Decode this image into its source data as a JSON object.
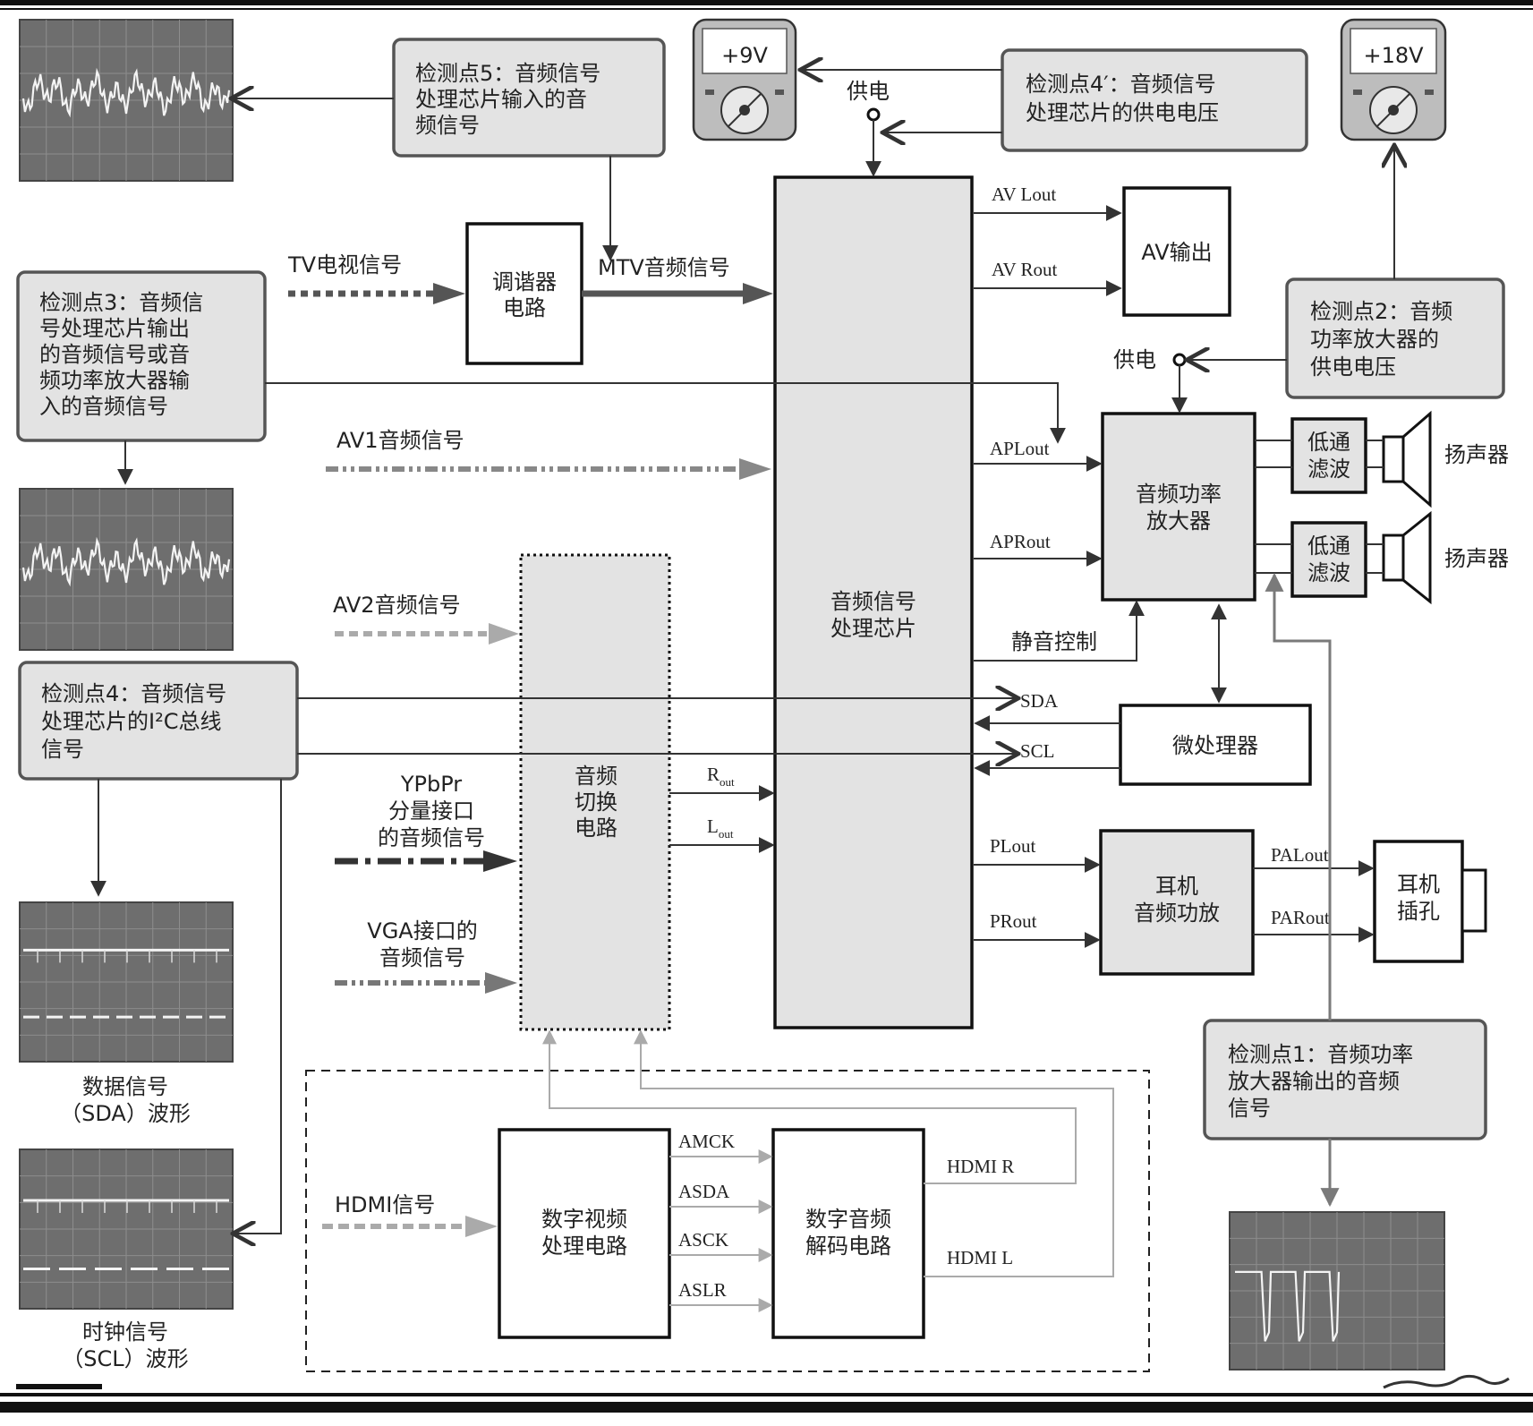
{
  "blocks": {
    "tuner": [
      "调谐器",
      "电路"
    ],
    "audio_chip": [
      "音频信号",
      "处理芯片"
    ],
    "switch_circuit": [
      "音频",
      "切换",
      "电路"
    ],
    "av_output": "AV输出",
    "power_amp": [
      "音频功率",
      "放大器"
    ],
    "lowpass_1": [
      "低通",
      "滤波"
    ],
    "lowpass_2": [
      "低通",
      "滤波"
    ],
    "speaker_1": "扬声器",
    "speaker_2": "扬声器",
    "micro": "微处理器",
    "headphone_amp": [
      "耳机",
      "音频功放"
    ],
    "headphone_jack": [
      "耳机",
      "插孔"
    ],
    "dvp": [
      "数字视频",
      "处理电路"
    ],
    "dac": [
      "数字音频",
      "解码电路"
    ]
  },
  "signals": {
    "tv": "TV电视信号",
    "mtv": "MTV音频信号",
    "av1": "AV1音频信号",
    "av2": "AV2音频信号",
    "ypbpr": [
      "YPbPr",
      "分量接口",
      "的音频信号"
    ],
    "vga": [
      "VGA接口的",
      "音频信号"
    ],
    "hdmi": "HDMI信号",
    "av_lout": "AV  Lout",
    "av_rout": "AV  Rout",
    "aplout": "APLout",
    "aprout": "APRout",
    "mute": "静音控制",
    "sda": "SDA",
    "scl": "SCL",
    "rout_main": "R",
    "rout_sub": "out",
    "lout_main": "L",
    "lout_sub": "out",
    "plout": "PLout",
    "prout": "PRout",
    "palout": "PALout",
    "parout": "PARout",
    "amck": "AMCK",
    "asda": "ASDA",
    "asck": "ASCK",
    "aslr": "ASLR",
    "hdmi_r": "HDMI  R",
    "hdmi_l": "HDMI  L",
    "power_1": "供电",
    "power_2": "供电"
  },
  "meters": {
    "meter_9v": "+9V",
    "meter_18v": "+18V"
  },
  "test_points": {
    "tp5": [
      "检测点5：音频信号",
      "处理芯片输入的音",
      "频信号"
    ],
    "tp4p": [
      "检测点4′：音频信号",
      "处理芯片的供电电压"
    ],
    "tp3": [
      "检测点3：音频信",
      "号处理芯片输出",
      "的音频信号或音",
      "频功率放大器输",
      "入的音频信号"
    ],
    "tp2": [
      "检测点2：音频",
      "功率放大器的",
      "供电电压"
    ],
    "tp4": [
      "检测点4：音频信号",
      "处理芯片的I²C总线",
      "信号"
    ],
    "tp1": [
      "检测点1：音频功率",
      "放大器输出的音频",
      "信号"
    ]
  },
  "waveform_captions": {
    "sda": [
      "数据信号",
      "（SDA）波形"
    ],
    "scl": [
      "时钟信号",
      "（SCL）波形"
    ]
  }
}
